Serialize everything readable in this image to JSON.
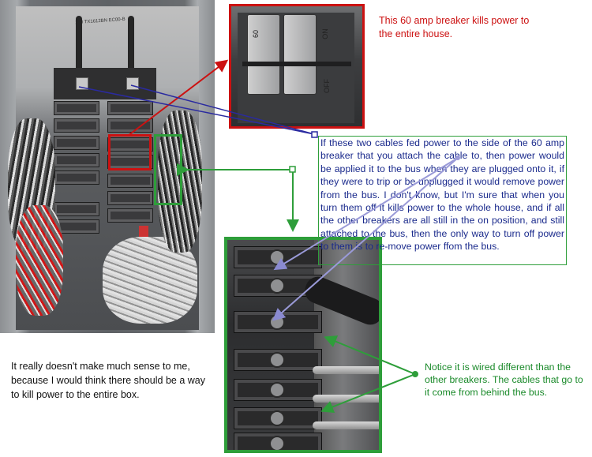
{
  "annotations": {
    "red_note": "This 60 amp breaker kills power to the entire house.",
    "blue_note": "If these two cables fed power to the side of the 60 amp breaker that you attach the cable to, then power would be applied  it to the bus when they are plugged onto it, if they were to trip or be unplugged it would remove power from the bus. I don't know, but I'm sure that when you turn them off it kills power to the whole house, and if all the other breakers are all still in the on position, and still attached to the bus, then the only way to turn off power to them is to re-move power ffom the bus.",
    "green_note": "Notice it is wired different than the other breakers. The cables that go to it come from behind the bus.",
    "black_note": "It really doesn't make much sense to me, because I would think there should be a way to kill power to the entire box."
  },
  "photo_labels": {
    "breaker_top": "60",
    "breaker_on": "ON",
    "breaker_off": "OFF",
    "panel_label": "100 TX1612BN EC00-B"
  },
  "colors": {
    "red": "#cc1111",
    "green": "#2e9e3a",
    "blue": "#1a2a8c",
    "arrow_blue": "#2a2aa0"
  }
}
